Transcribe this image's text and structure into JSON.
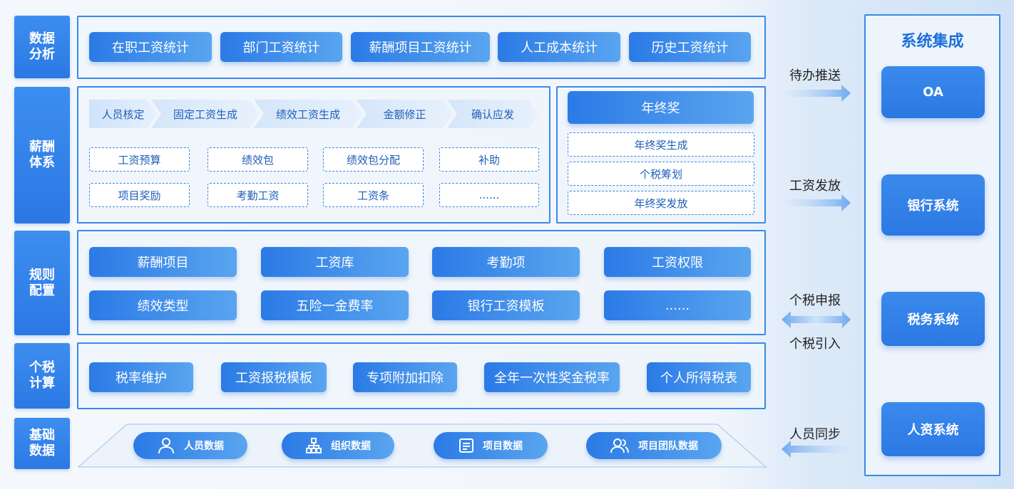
{
  "sections": {
    "data_analysis": "数据\n分析",
    "salary_system": "薪酬\n体系",
    "rule_config": "规则\n配置",
    "tax_calc": "个税\n计算",
    "base_data": "基础\n数据"
  },
  "analysis_buttons": [
    "在职工资统计",
    "部门工资统计",
    "薪酬项目工资统计",
    "人工成本统计",
    "历史工资统计"
  ],
  "flow_steps": [
    "人员核定",
    "固定工资生成",
    "绩效工资生成",
    "金额修正",
    "确认应发"
  ],
  "salary_items": [
    "工资预算",
    "绩效包",
    "绩效包分配",
    "补助",
    "项目奖励",
    "考勤工资",
    "工资条",
    "......"
  ],
  "bonus": {
    "title": "年终奖",
    "items": [
      "年终奖生成",
      "个税筹划",
      "年终奖发放"
    ]
  },
  "rule_buttons": [
    "薪酬项目",
    "工资库",
    "考勤项",
    "工资权限",
    "绩效类型",
    "五险一金费率",
    "银行工资模板",
    "......"
  ],
  "tax_buttons": [
    "税率维护",
    "工资报税模板",
    "专项附加扣除",
    "全年一次性奖金税率",
    "个人所得税表"
  ],
  "base_data_items": [
    {
      "label": "人员数据",
      "icon": "person-icon"
    },
    {
      "label": "组织数据",
      "icon": "org-chart-icon"
    },
    {
      "label": "项目数据",
      "icon": "document-icon"
    },
    {
      "label": "项目团队数据",
      "icon": "team-icon"
    }
  ],
  "arrows": {
    "todo_push": "待办推送",
    "salary_pay": "工资发放",
    "tax_report": "个税申报",
    "tax_import": "个税引入",
    "hr_sync": "人员同步"
  },
  "integration": {
    "title": "系统集成",
    "systems": [
      "OA",
      "银行系统",
      "税务系统",
      "人资系统"
    ]
  },
  "colors": {
    "primary": "#2b78e4",
    "accent_light": "#5aa5ef",
    "title_blue": "#1e6fd9"
  }
}
